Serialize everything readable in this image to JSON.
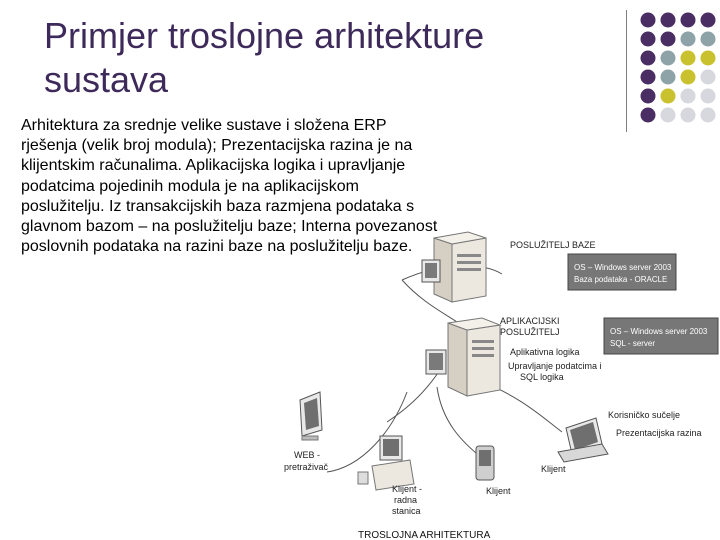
{
  "slide": {
    "title_line1": "Primjer troslojne arhitekture",
    "title_line2": "sustava",
    "body": "Arhitektura za srednje velike sustave i složena ERP rješenja (velik broj modula); Prezentacijska razina je na klijentskim računalima. Aplikacijska logika i upravljanje podatcima  pojedinih modula je na aplikacijskom poslužitelju. Iz transakcijskih baza razmjena podataka s glavnom bazom – na poslužitelju baze;  Interna povezanost poslovnih podataka na razini baze na poslužitelju baze."
  },
  "decoration": {
    "colors": {
      "purple": "#4a2e63",
      "teal": "#8ea3a8",
      "olive": "#c9c12e",
      "gray": "#d7d7de"
    },
    "dot_rows": [
      [
        "purple",
        "purple",
        "purple",
        "purple"
      ],
      [
        "purple",
        "purple",
        "teal",
        "teal"
      ],
      [
        "purple",
        "teal",
        "olive",
        "olive"
      ],
      [
        "purple",
        "teal",
        "olive",
        "gray"
      ],
      [
        "purple",
        "olive",
        "gray",
        "gray"
      ],
      [
        "purple",
        "gray",
        "gray",
        "gray"
      ]
    ]
  },
  "diagram": {
    "db_server_label": "POSLUŽITELJ BAZE",
    "db_box_line1": "OS – Windows server 2003",
    "db_box_line2": "Baza podataka - ORACLE",
    "app_server_line1": "APLIKACIJSKI",
    "app_server_line2": "POSLUŽITELJ",
    "app_box_line1": "OS – Windows server 2003",
    "app_box_line2": "SQL - server",
    "app_logic": "Aplikativna logika",
    "data_mgmt_line1": "Upravljanje podatcima i",
    "data_mgmt_line2": "SQL logika",
    "user_interface": "Korisničko sučelje",
    "presentation_layer": "Prezentacijska razina",
    "web_line1": "WEB -",
    "web_line2": "pretraživač",
    "workstation_line1": "Klijent -",
    "workstation_line2": "radna",
    "workstation_line3": "stanica",
    "client_pda": "Klijent",
    "client_laptop": "Klijent",
    "caption": "TROSLOJNA ARHITEKTURA"
  }
}
